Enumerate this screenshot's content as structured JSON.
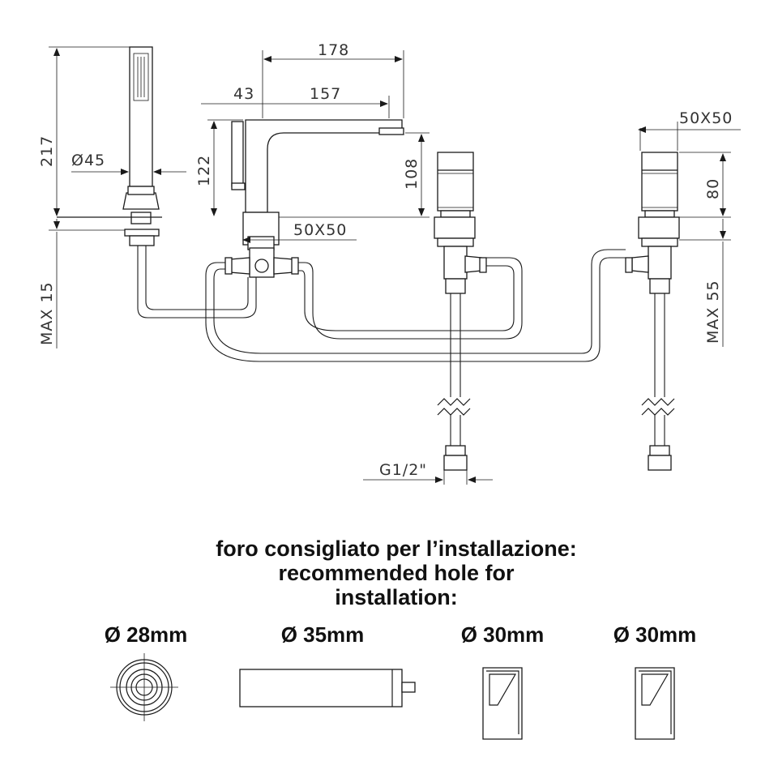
{
  "dimensions": {
    "d178": "178",
    "d43": "43",
    "d157": "157",
    "d217": "217",
    "d_dia45": "Ø45",
    "d122": "122",
    "d108": "108",
    "d_50x50_spout": "50X50",
    "d_50x50_handle": "50X50",
    "d80": "80",
    "d_max15": "MAX 15",
    "d_max55": "MAX 55",
    "d_g12": "G1/2\""
  },
  "caption": {
    "line1": "foro consigliato per l’installazione:",
    "line2": "recommended hole for",
    "line3": "installation:"
  },
  "holes": [
    {
      "label": "Ø 28mm"
    },
    {
      "label": "Ø 35mm"
    },
    {
      "label": "Ø 30mm"
    },
    {
      "label": "Ø 30mm"
    }
  ]
}
